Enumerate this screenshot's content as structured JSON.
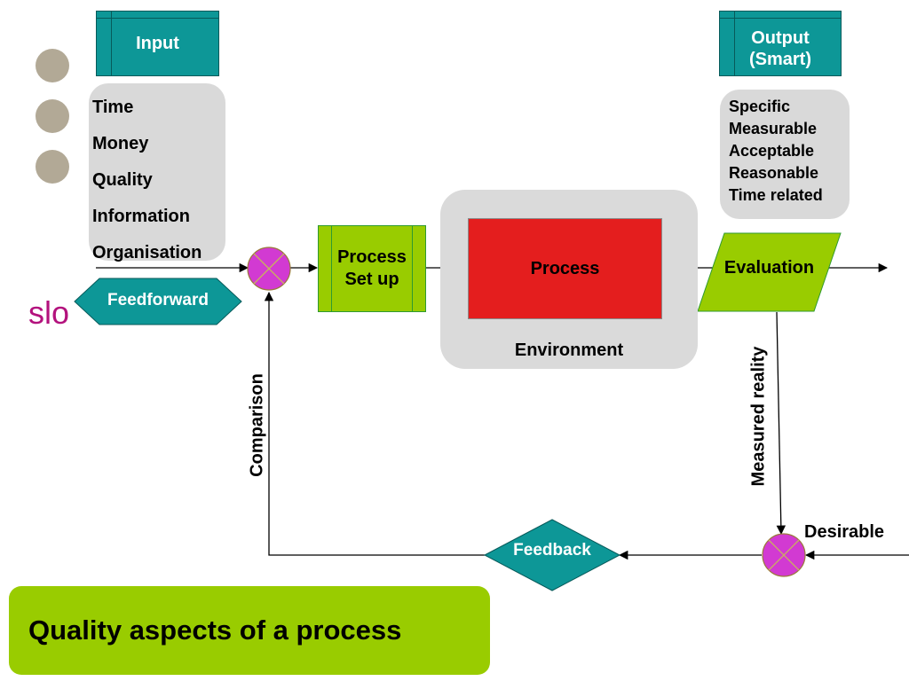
{
  "title": "Quality aspects of a process",
  "logo_text": "slo",
  "input": {
    "header": "Input",
    "items": [
      "Time",
      "Money",
      "Quality",
      "Information",
      "Organisation"
    ]
  },
  "output": {
    "header_line1": "Output",
    "header_line2": "(Smart)",
    "items": [
      "Specific",
      "Measurable",
      "Acceptable",
      "Reasonable",
      "Time related"
    ]
  },
  "nodes": {
    "feedforward": "Feedforward",
    "process_setup_line1": "Process",
    "process_setup_line2": "Set up",
    "process": "Process",
    "environment": "Environment",
    "evaluation": "Evaluation",
    "feedback": "Feedback"
  },
  "edge_labels": {
    "comparison": "Comparison",
    "measured_reality": "Measured reality",
    "desirable": "Desirable"
  },
  "colors": {
    "teal": "#0d9797",
    "green": "#99cc00",
    "red": "#e41e1e",
    "gray": "#d9d9d9",
    "magenta": "#d23ad2",
    "logo": "#b3127d",
    "bullet": "#b2a996"
  }
}
